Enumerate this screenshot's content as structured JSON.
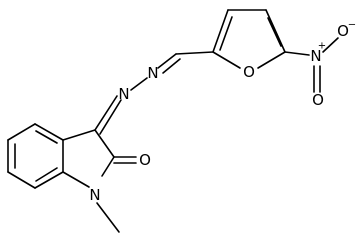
{
  "molecule": {
    "atoms": {
      "N_hydrazone_1": "N",
      "N_hydrazone_2": "N",
      "O_furan": "O",
      "N_nitro": "N",
      "N_nitro_charge": "+",
      "O_nitro_top": "O",
      "O_nitro_top_charge": "−",
      "O_nitro_bottom": "O",
      "O_carbonyl": "O",
      "N_indole": "N"
    }
  }
}
